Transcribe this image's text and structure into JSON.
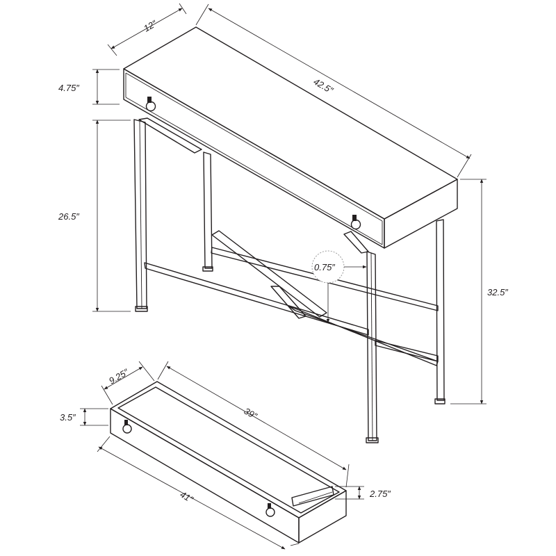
{
  "diagram": {
    "line_color": "#231f20",
    "dimensions": {
      "top_depth": "12″",
      "top_width": "42.5″",
      "apron_height": "4.75″",
      "leg_clearance": "26.5″",
      "overall_height": "32.5″",
      "leg_thickness": "0.75″",
      "drawer_depth": "9.25″",
      "drawer_inner_width": "39″",
      "drawer_height": "3.5″",
      "drawer_width": "41″",
      "drawer_inner_height": "2.75″"
    }
  }
}
